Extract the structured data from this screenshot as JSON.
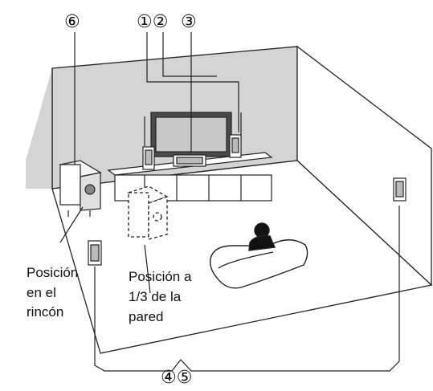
{
  "markers": {
    "m12": "①②",
    "m3": "③",
    "m6": "⑥",
    "m45": "④⑤"
  },
  "labels": {
    "corner": [
      "Posición",
      "en el",
      "rincón"
    ],
    "third": [
      "Posición a",
      "1/3 de la",
      "pared"
    ]
  }
}
